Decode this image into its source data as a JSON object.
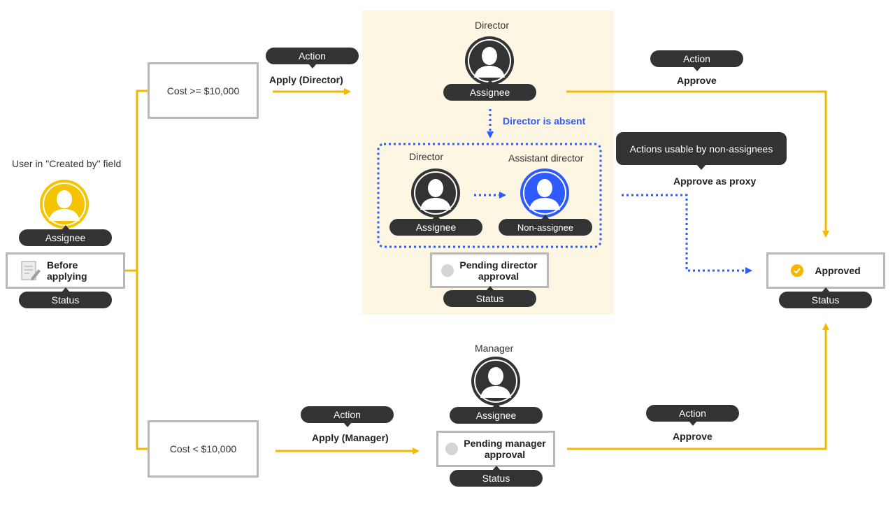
{
  "creator": {
    "title": "User in \"Created by\" field",
    "role": "Assignee",
    "status_line1": "Before",
    "status_line2": "applying",
    "status_tag": "Status"
  },
  "conditions": {
    "high": "Cost >= $10,000",
    "low": "Cost < $10,000"
  },
  "director_flow": {
    "action_tag": "Action",
    "action_label": "Apply (Director)",
    "director_title": "Director",
    "director_role": "Assignee",
    "absent_label": "Director is absent",
    "proxy_director_title": "Director",
    "proxy_director_role": "Assignee",
    "assistant_title": "Assistant director",
    "assistant_role": "Non-assignee",
    "status_line1": "Pending director",
    "status_line2": "approval",
    "status_tag": "Status"
  },
  "approve_director": {
    "action_tag": "Action",
    "action_label": "Approve",
    "proxy_bubble": "Actions usable by non-assignees",
    "proxy_label": "Approve as proxy"
  },
  "manager_flow": {
    "action_tag": "Action",
    "action_label": "Apply (Manager)",
    "manager_title": "Manager",
    "manager_role": "Assignee",
    "status_line1": "Pending manager",
    "status_line2": "approval",
    "status_tag": "Status"
  },
  "approve_manager": {
    "action_tag": "Action",
    "action_label": "Approve"
  },
  "approved": {
    "label": "Approved",
    "status_tag": "Status"
  },
  "colors": {
    "flow_line": "#f5b800",
    "absent_line": "#2e5bff",
    "highlight_bg": "#fdf6e3",
    "tag_bg": "#333333",
    "creator_avatar": "#f5c400",
    "assistant_avatar": "#2e5bff",
    "default_avatar": "#333333"
  }
}
